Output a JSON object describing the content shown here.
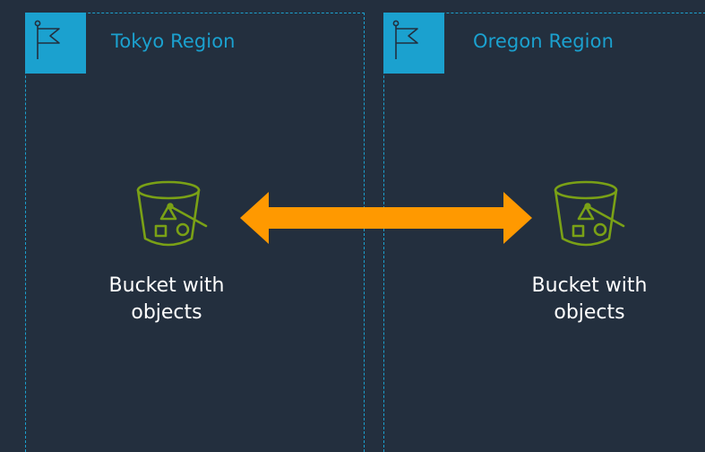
{
  "colors": {
    "background": "#232f3e",
    "region_accent": "#1ba1cf",
    "bucket_green": "#7aa116",
    "arrow_orange": "#ff9900",
    "label_text": "#ffffff"
  },
  "regions": [
    {
      "title": "Tokyo Region",
      "icon": "flag-icon"
    },
    {
      "title": "Oregon Region",
      "icon": "flag-icon"
    }
  ],
  "buckets": [
    {
      "label_line1": "Bucket with",
      "label_line2": "objects",
      "icon": "bucket-with-objects-icon"
    },
    {
      "label_line1": "Bucket with",
      "label_line2": "objects",
      "icon": "bucket-with-objects-icon"
    }
  ],
  "connector": {
    "icon": "bidirectional-arrow-icon"
  }
}
